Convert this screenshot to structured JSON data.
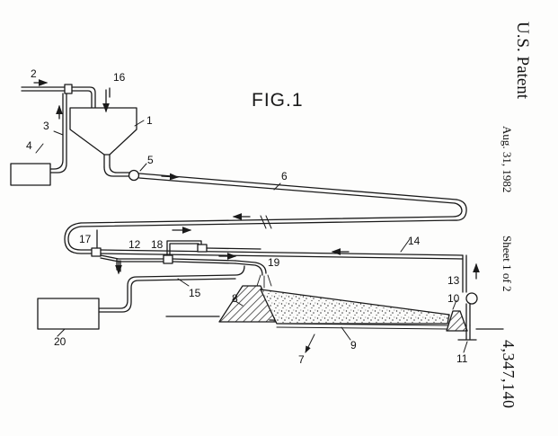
{
  "figure": {
    "title": "FIG.1"
  },
  "margin_text": {
    "patent_office": "U.S. Patent",
    "date": "Aug. 31, 1982",
    "sheet": "Sheet 1 of 2",
    "patent_number": "4,347,140"
  },
  "reference_numerals": {
    "n1": "1",
    "n2": "2",
    "n3": "3",
    "n4": "4",
    "n5": "5",
    "n6": "6",
    "n7": "7",
    "n8": "8",
    "n9": "9",
    "n10": "10",
    "n11": "11",
    "n12": "12",
    "n13": "13",
    "n14": "14",
    "n15": "15",
    "n16": "16",
    "n17": "17",
    "n18": "18",
    "n19": "19",
    "n20": "20"
  },
  "colors": {
    "ink": "#1a1a1a",
    "paper": "#fdfdfc"
  }
}
